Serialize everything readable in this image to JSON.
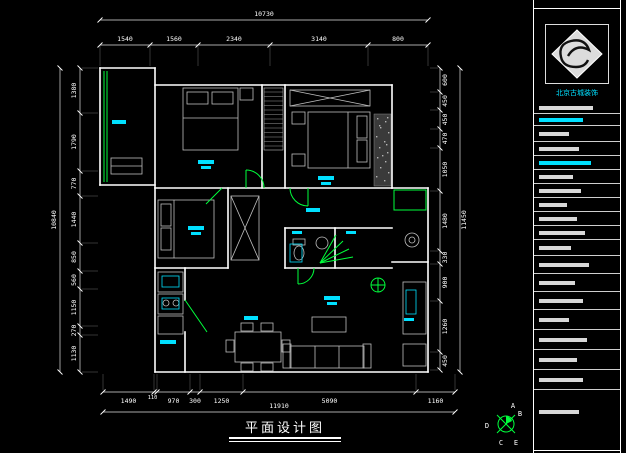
{
  "sheet": {
    "drawing_title": "平面设计图",
    "company_name": "北京古城装饰"
  },
  "dimensions": {
    "top_total": "10730",
    "top_segments": [
      "1540",
      "1560",
      "2340",
      "3140",
      "800"
    ],
    "left_total": "10840",
    "left_segments": [
      "1380",
      "1790",
      "770",
      "1440",
      "850",
      "560",
      "1150",
      "270",
      "1130"
    ],
    "right_total": "11450",
    "right_segments": [
      "600",
      "450",
      "450",
      "470",
      "1050",
      "1480",
      "330",
      "900",
      "1260",
      "450"
    ],
    "bottom_total": "11910",
    "bottom_segments": [
      "1490",
      "110",
      "970",
      "300",
      "1250",
      "5090",
      "1160"
    ]
  },
  "compass": {
    "letters": [
      "A",
      "B",
      "C",
      "D",
      "E"
    ]
  },
  "colors": {
    "wall": "#ffffff",
    "label_cyan": "#00e0ff",
    "door_green": "#00ff3c",
    "background": "#000000"
  }
}
